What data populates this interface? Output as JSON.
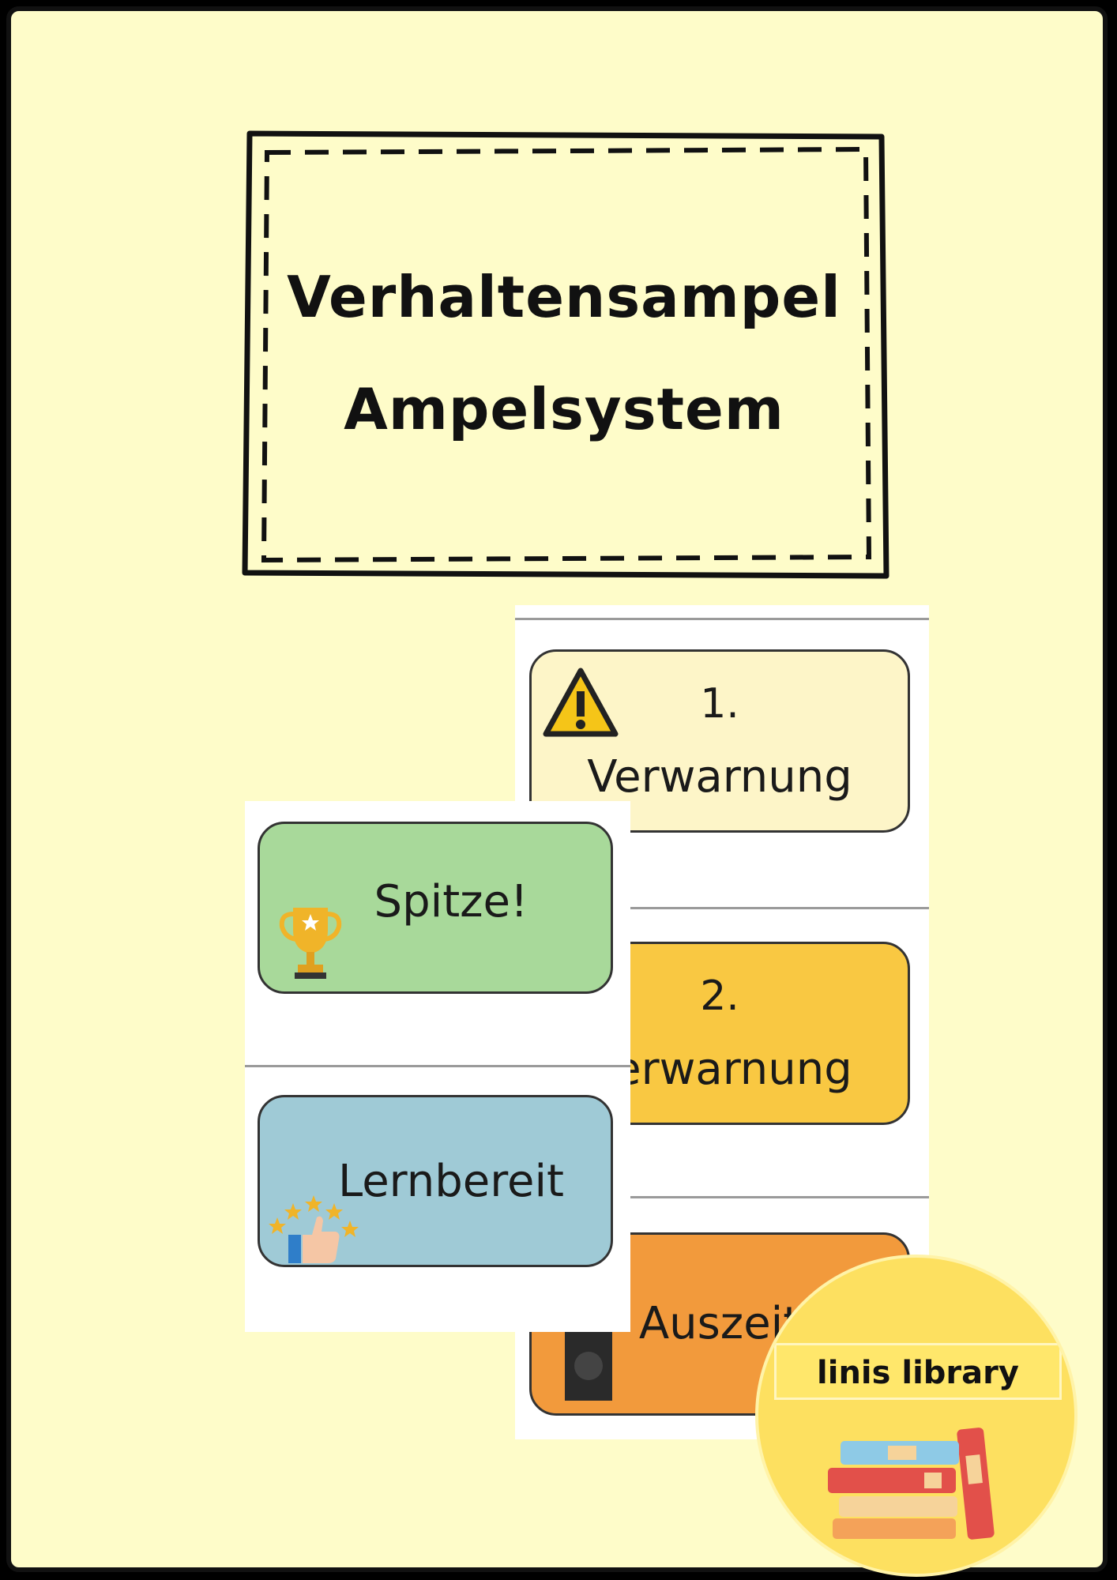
{
  "title": {
    "line1": "Verhaltensampel",
    "line2": "Ampelsystem"
  },
  "cards": {
    "warning1": {
      "number": "1.",
      "label": "Verwarnung",
      "color": "#fdf5c8",
      "icon": "warning-icon"
    },
    "warning2": {
      "number": "2.",
      "label": "Verwarnung",
      "color": "#f9c842"
    },
    "timeout": {
      "label": "Auszeit",
      "color": "#f29a3c",
      "icon": "traffic-light-icon"
    },
    "top": {
      "label": "Spitze!",
      "color": "#a8d99a",
      "icon": "trophy-icon"
    },
    "ready": {
      "label": "Lernbereit",
      "color": "#9fcad6",
      "icon": "thumbs-up-stars-icon"
    }
  },
  "badge": {
    "label": "linis library",
    "icon": "books-icon"
  }
}
